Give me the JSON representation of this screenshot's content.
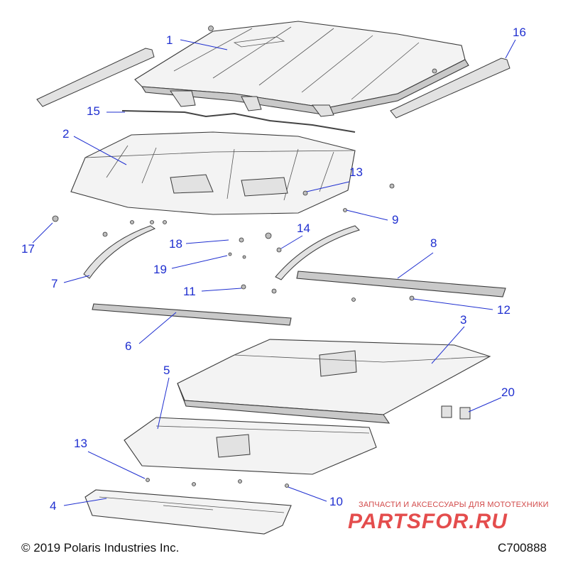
{
  "diagram": {
    "callouts": [
      {
        "id": "c1",
        "label": "1"
      },
      {
        "id": "c2",
        "label": "2"
      },
      {
        "id": "c3",
        "label": "3"
      },
      {
        "id": "c4",
        "label": "4"
      },
      {
        "id": "c5",
        "label": "5"
      },
      {
        "id": "c6",
        "label": "6"
      },
      {
        "id": "c7",
        "label": "7"
      },
      {
        "id": "c8",
        "label": "8"
      },
      {
        "id": "c9",
        "label": "9"
      },
      {
        "id": "c10",
        "label": "10"
      },
      {
        "id": "c11",
        "label": "11"
      },
      {
        "id": "c12",
        "label": "12"
      },
      {
        "id": "c13a",
        "label": "13"
      },
      {
        "id": "c13b",
        "label": "13"
      },
      {
        "id": "c14",
        "label": "14"
      },
      {
        "id": "c15",
        "label": "15"
      },
      {
        "id": "c16",
        "label": "16"
      },
      {
        "id": "c17",
        "label": "17"
      },
      {
        "id": "c18",
        "label": "18"
      },
      {
        "id": "c19",
        "label": "19"
      },
      {
        "id": "c20",
        "label": "20"
      }
    ],
    "colors": {
      "callout": "#1f2fd0",
      "watermark": "#e23a3a"
    }
  },
  "footer": {
    "copyright": "© 2019 Polaris Industries Inc.",
    "drawing_number": "C700888"
  },
  "watermark": {
    "tagline": "ЗАПЧАСТИ И АКСЕССУАРЫ ДЛЯ МОТОТЕХНИКИ",
    "logo": "PARTSFOR.RU"
  }
}
